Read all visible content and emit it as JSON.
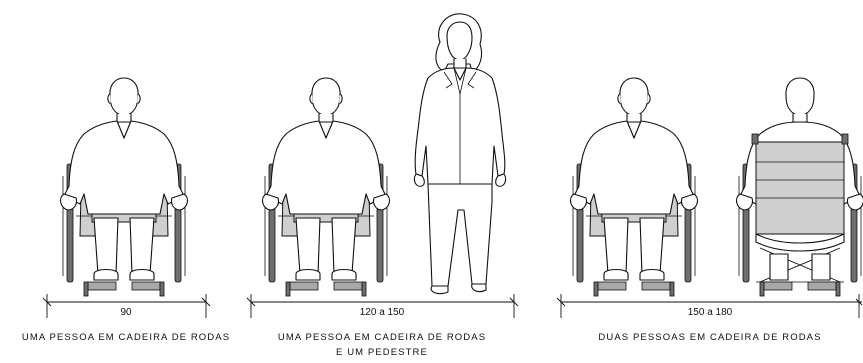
{
  "scenes": [
    {
      "dimension": "90",
      "caption_lines": [
        "UMA PESSOA EM CADEIRA DE RODAS"
      ]
    },
    {
      "dimension": "120 a 150",
      "caption_lines": [
        "UMA PESSOA EM CADEIRA DE RODAS",
        "E UM PEDESTRE"
      ]
    },
    {
      "dimension": "150 a 180",
      "caption_lines": [
        "DUAS PESSOAS EM CADEIRA DE RODAS"
      ]
    }
  ]
}
